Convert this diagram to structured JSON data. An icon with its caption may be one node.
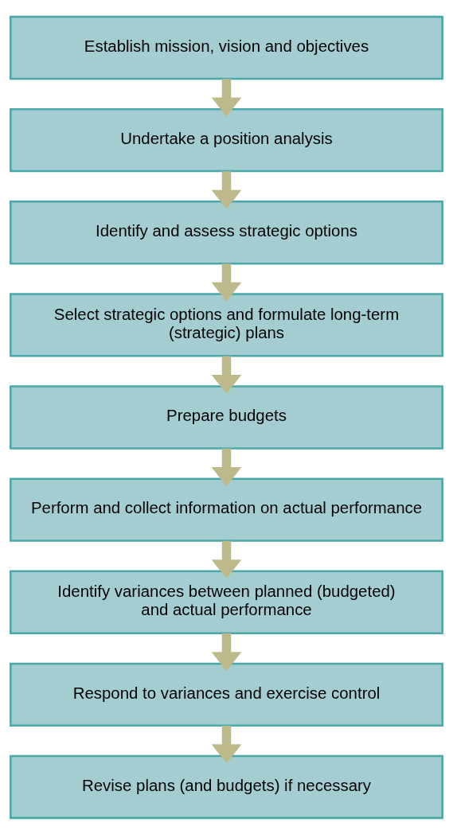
{
  "diagram": {
    "nodes": [
      {
        "text": [
          "Establish mission, vision and objectives"
        ]
      },
      {
        "text": [
          "Undertake a position analysis"
        ]
      },
      {
        "text": [
          "Identify and assess strategic options"
        ]
      },
      {
        "text": [
          "Select strategic options and formulate long-term (strategic) plans"
        ]
      },
      {
        "text": [
          "Prepare budgets"
        ]
      },
      {
        "text": [
          "Perform and collect information on actual performance"
        ]
      },
      {
        "text": [
          "Identify variances between planned (budgeted) and actual performance"
        ]
      },
      {
        "text": [
          "Respond to variances and exercise control"
        ]
      },
      {
        "text": [
          "Revise plans (and budgets) if necessary"
        ]
      }
    ],
    "edges": [
      {
        "from": 0,
        "to": 1,
        "arrow": "to"
      },
      {
        "from": 1,
        "to": 2,
        "arrow": "to"
      },
      {
        "from": 2,
        "to": 3,
        "arrow": "to"
      },
      {
        "from": 3,
        "to": 4,
        "arrow": "to"
      },
      {
        "from": 4,
        "to": 5,
        "arrow": "to"
      },
      {
        "from": 5,
        "to": 6,
        "arrow": "to"
      },
      {
        "from": 6,
        "to": 7,
        "arrow": "to"
      },
      {
        "from": 7,
        "to": 8,
        "arrow": "to"
      }
    ]
  }
}
